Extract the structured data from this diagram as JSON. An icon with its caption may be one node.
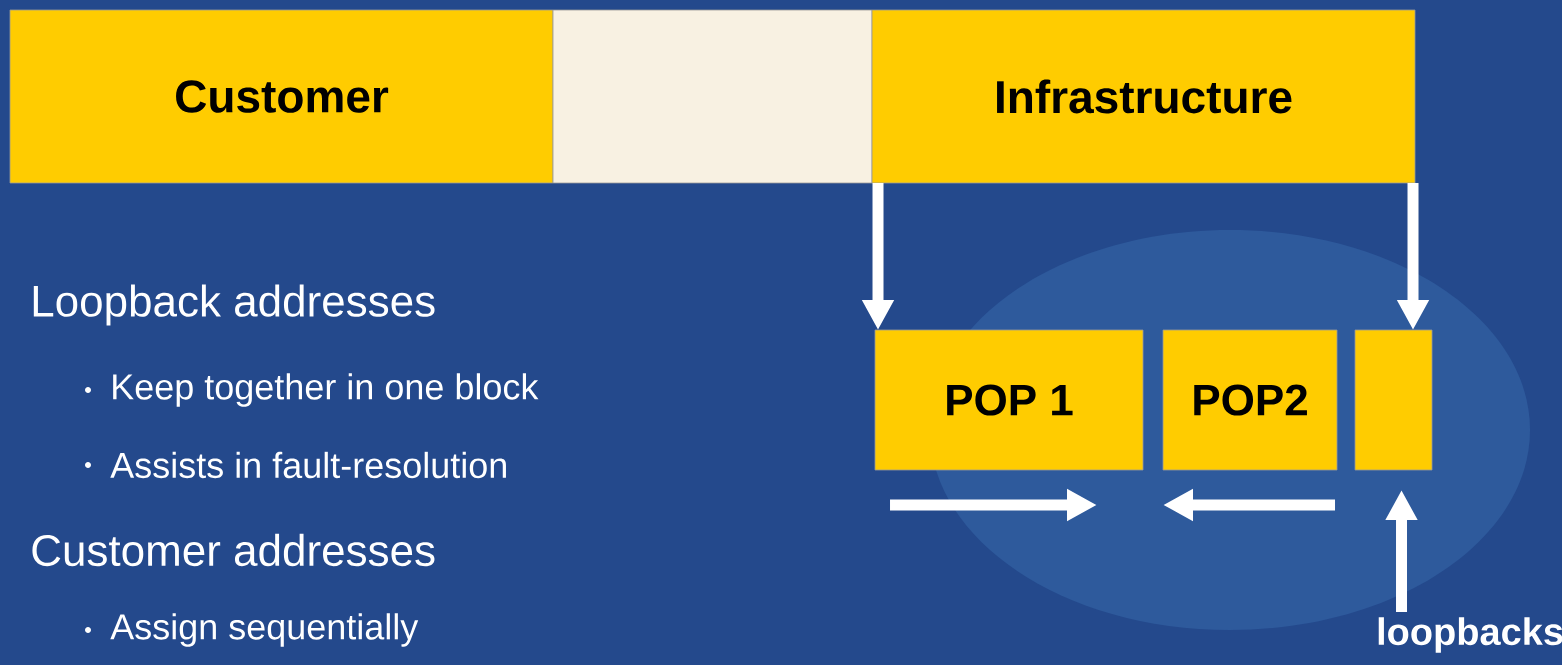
{
  "diagram": {
    "nodes": [
      {
        "text": [
          "Customer"
        ]
      },
      {
        "text": [],
        "shape": "box"
      },
      {
        "text": [
          "Infrastructure"
        ]
      },
      {
        "text": [
          "POP 1"
        ]
      },
      {
        "text": [
          "POP2"
        ]
      },
      {
        "text": [],
        "shape": "box"
      },
      {
        "text": [
          "loopbacks"
        ]
      }
    ],
    "edges": [
      {
        "from": 2,
        "to": 3,
        "arrow": "to"
      },
      {
        "from": 2,
        "to": 5,
        "arrow": "to"
      },
      {
        "from": 6,
        "to": 5,
        "arrow": "to"
      }
    ],
    "labels": [
      "Loopback addresses",
      "Keep together in one block",
      "Assists in fault-resolution",
      "Customer addresses",
      "Assign sequentially"
    ]
  }
}
